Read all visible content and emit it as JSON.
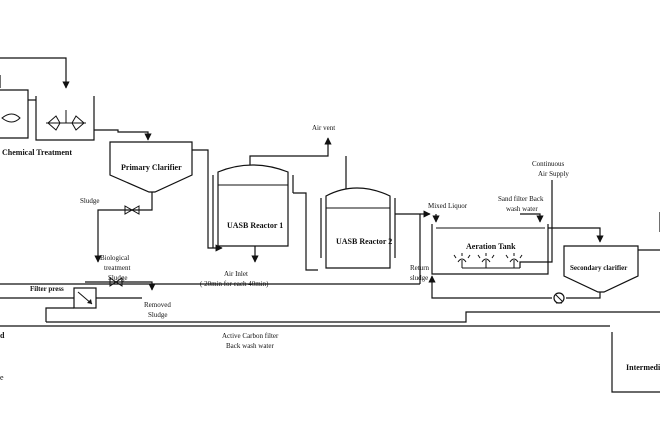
{
  "labels": {
    "chemical_treatment": "Chemical Treatment",
    "primary_clarifier": "Primary Clarifier",
    "sludge": "Sludge",
    "biological_sludge_1": "Biological",
    "biological_sludge_2": "treatment",
    "biological_sludge_3": "Sludge",
    "filter_press": "Filter press",
    "removed_sludge_1": "Removed",
    "removed_sludge_2": "Sludge",
    "air_vent": "Air vent",
    "uasb_1": "UASB Reactor 1",
    "uasb_2": "UASB Reactor 2",
    "air_inlet_1": "Air Inlet",
    "air_inlet_2": "( 20min for each 40min)",
    "mixed_liquor": "Mixed Liquor",
    "continuous_air_1": "Continuous",
    "continuous_air_2": "Air Supply",
    "sand_filter_1": "Sand filter Back",
    "sand_filter_2": "wash water",
    "aeration_tank": "Aeration Tank",
    "return_sludge_1": "Return",
    "return_sludge_2": "sludge",
    "secondary_clarifier": "Secondary clarifier",
    "activated_carbon_1": "Active Carbon filter",
    "activated_carbon_2": "Back wash water",
    "intermediate": "Intermedi",
    "edge_d": "d",
    "edge_e": "e"
  },
  "colors": {
    "line": "#111111",
    "background": "#ffffff"
  }
}
